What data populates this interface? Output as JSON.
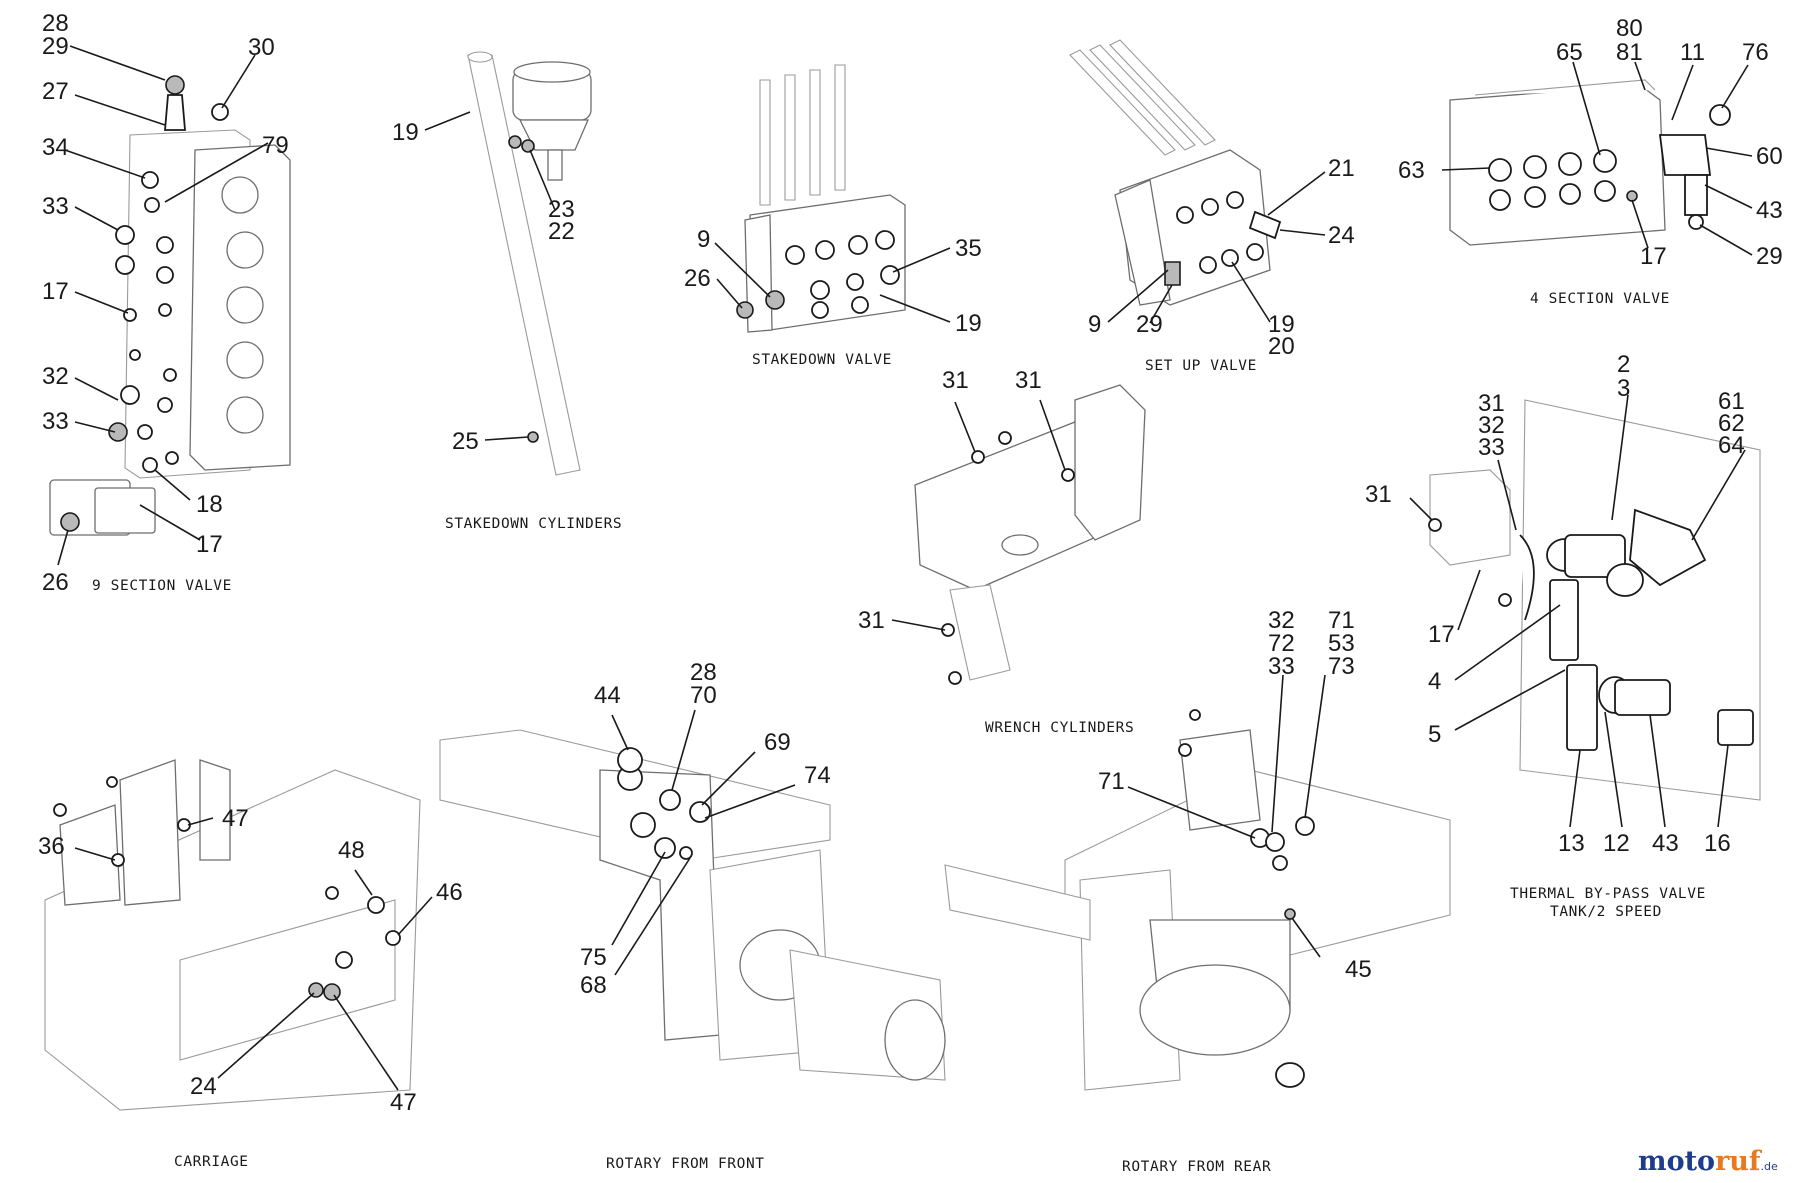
{
  "captions": {
    "nine_section_valve": "9 SECTION VALVE",
    "stakedown_cylinders": "STAKEDOWN CYLINDERS",
    "stakedown_valve": "STAKEDOWN VALVE",
    "set_up_valve": "SET UP VALVE",
    "four_section_valve": "4 SECTION VALVE",
    "wrench_cylinders": "WRENCH CYLINDERS",
    "thermal_line1": "THERMAL BY-PASS VALVE",
    "thermal_line2": "TANK/2 SPEED",
    "carriage": "CARRIAGE",
    "rotary_front": "ROTARY FROM FRONT",
    "rotary_rear": "ROTARY FROM REAR"
  },
  "callouts": {
    "nine_section_valve": [
      "28",
      "29",
      "30",
      "27",
      "34",
      "79",
      "33",
      "17",
      "32",
      "33",
      "18",
      "17",
      "26"
    ],
    "stakedown_cylinders": [
      "19",
      "23",
      "22",
      "25"
    ],
    "stakedown_valve": [
      "9",
      "26",
      "35",
      "19"
    ],
    "set_up_valve": [
      "21",
      "24",
      "9",
      "29",
      "19",
      "20"
    ],
    "four_section_valve": [
      "80",
      "81",
      "65",
      "11",
      "76",
      "63",
      "60",
      "43",
      "17",
      "29"
    ],
    "wrench_cylinders": [
      "31",
      "31",
      "31"
    ],
    "thermal_by_pass_valve": [
      "2",
      "3",
      "31",
      "32",
      "33",
      "61",
      "62",
      "64",
      "31",
      "17",
      "4",
      "5",
      "13",
      "12",
      "43",
      "16"
    ],
    "carriage": [
      "47",
      "36",
      "48",
      "46",
      "24",
      "47"
    ],
    "rotary_front": [
      "44",
      "28",
      "70",
      "69",
      "74",
      "75",
      "68"
    ],
    "rotary_rear": [
      "32",
      "72",
      "33",
      "71",
      "53",
      "73",
      "71",
      "45"
    ]
  },
  "watermark": {
    "part1": "moto",
    "part2": "ruf",
    "suffix": ".de"
  }
}
